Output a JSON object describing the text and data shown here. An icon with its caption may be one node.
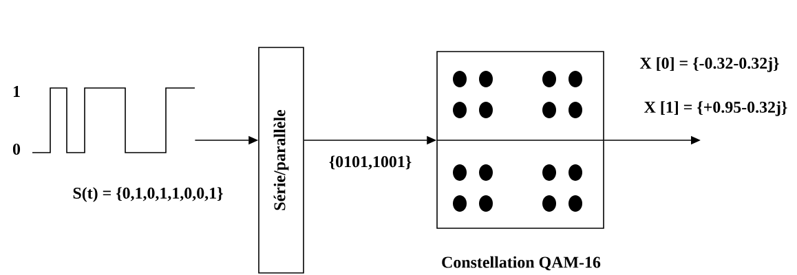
{
  "diagram": {
    "nodes": [
      {
        "text": [],
        "shape": "picture",
        "beside": [
          "S(t) = {0,1,0,1,1,0,0,1}"
        ]
      },
      {
        "text": [
          "Série/parallèle"
        ]
      },
      {
        "text": [],
        "shape": "box",
        "beside": [
          "Constellation QAM-16"
        ]
      }
    ],
    "edges": [
      {
        "from": 0,
        "to": 1,
        "arrow": "to"
      },
      {
        "from": 1,
        "to": 2,
        "arrow": "to",
        "label": "{0101,1001}"
      },
      {
        "from": 2,
        "to": null,
        "arrow": "to"
      }
    ],
    "labels": [
      "1",
      "0",
      "X [0] = {-0.32-0.32j}",
      "X [1] = {+0.95-0.32j}"
    ]
  }
}
